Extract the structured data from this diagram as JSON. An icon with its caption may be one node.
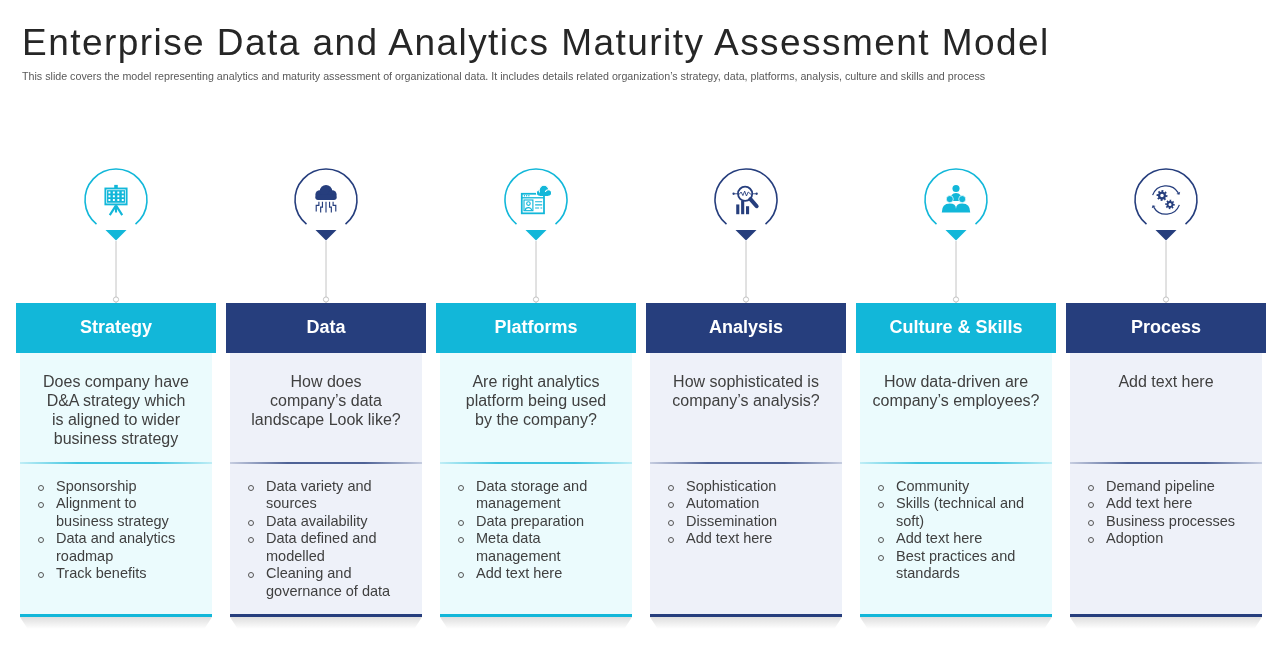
{
  "diagram": {
    "title": "Enterprise Data and Analytics Maturity Assessment Model",
    "nodes": [
      {
        "text": [],
        "shape": "circle"
      },
      {
        "text": [],
        "shape": "circle"
      },
      {
        "text": [],
        "shape": "circle"
      },
      {
        "text": [],
        "shape": "circle"
      },
      {
        "text": [],
        "shape": "circle"
      },
      {
        "text": [],
        "shape": "circle"
      },
      {
        "text": [
          "Strategy",
          "Does company have D&A strategy which is aligned to wider business strategy",
          "Sponsorship",
          "Alignment to business strategy",
          "Data and analytics roadmap",
          "Track benefits"
        ]
      },
      {
        "text": [
          "Data",
          "How does company’s data landscape Look like?",
          "Data variety and sources",
          "Data availability",
          "Data defined and modelled",
          "Cleaning and governance of data"
        ]
      },
      {
        "text": [
          "Platforms",
          "Are right analytics platform being used by the company?",
          "Data storage and management",
          "Data preparation",
          "Meta data management",
          "Add text here"
        ]
      },
      {
        "text": [
          "Analysis",
          "How sophisticated is company’s analysis?",
          "Sophistication",
          "Automation",
          "Dissemination",
          "Add text here"
        ]
      },
      {
        "text": [
          "Culture & Skills",
          "How data-driven are company’s employees?",
          "Community",
          "Skills (technical and soft)",
          "Add text here",
          "Best practices and standards"
        ]
      },
      {
        "text": [
          "Process",
          "Add text here",
          "Demand pipeline",
          "Add text here",
          "Business processes",
          "Adoption"
        ]
      }
    ],
    "edges": [
      {
        "from": 0,
        "to": 6,
        "arrow": "other"
      },
      {
        "from": 1,
        "to": 7,
        "arrow": "other"
      },
      {
        "from": 2,
        "to": 8,
        "arrow": "other"
      },
      {
        "from": 3,
        "to": 9,
        "arrow": "other"
      },
      {
        "from": 4,
        "to": 10,
        "arrow": "other"
      },
      {
        "from": 5,
        "to": 11,
        "arrow": "other"
      }
    ],
    "labels": [
      "This slide covers the model representing analytics and maturity assessment of organizational data. It includes details related organization’s strategy, data, platforms, analysis, culture and skills and process"
    ]
  }
}
